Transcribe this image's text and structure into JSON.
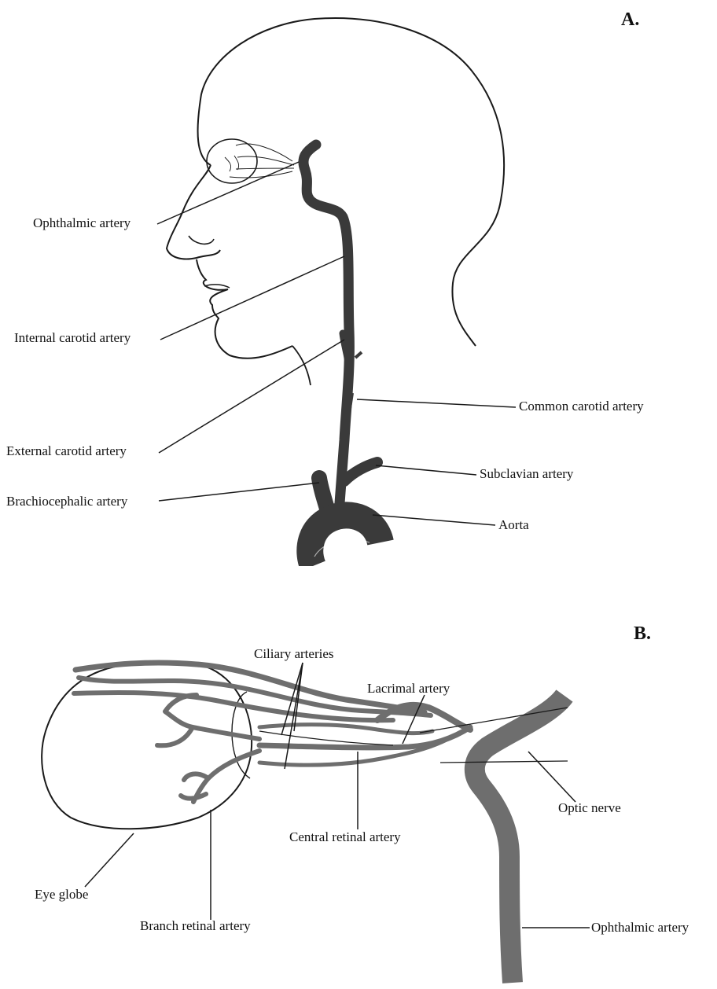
{
  "panels": {
    "a": {
      "letter": "A.",
      "labels": {
        "ophthalmic_artery": "Ophthalmic artery",
        "internal_carotid_artery": "Internal carotid artery",
        "external_carotid_artery": "External carotid artery",
        "brachiocephalic_artery": "Brachiocephalic artery",
        "common_carotid_artery": "Common carotid artery",
        "subclavian_artery": "Subclavian artery",
        "aorta": "Aorta"
      }
    },
    "b": {
      "letter": "B.",
      "labels": {
        "ciliary_arteries": "Ciliary arteries",
        "lacrimal_artery": "Lacrimal artery",
        "optic_nerve": "Optic nerve",
        "central_retinal_artery": "Central retinal artery",
        "eye_globe": "Eye globe",
        "branch_retinal_artery": "Branch retinal artery",
        "ophthalmic_artery": "Ophthalmic artery"
      }
    }
  },
  "colors": {
    "artery_panel_a": "#3a3a3a",
    "artery_panel_b": "#6e6e6e",
    "outline": "#1a1a1a"
  }
}
